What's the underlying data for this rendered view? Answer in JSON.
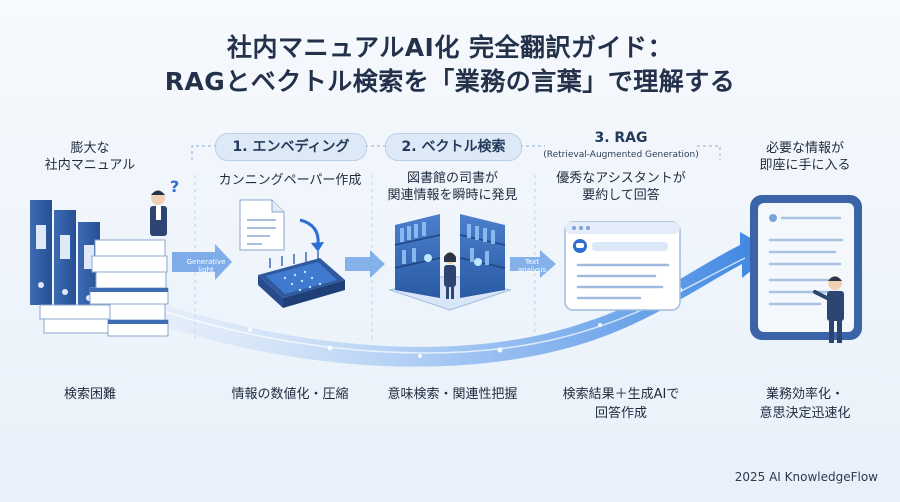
{
  "title": {
    "line1": "社内マニュアルAI化 完全翻訳ガイド：",
    "line2": "RAGとベクトル検索を「業務の言葉」で理解する"
  },
  "stages": {
    "manual": {
      "top": "膨大な",
      "top2": "社内マニュアル",
      "bottom": "検索困難"
    },
    "embedding": {
      "pill": "1. エンベディング",
      "desc": "カンニングペーパー作成",
      "bottom": "情報の数値化・圧縮"
    },
    "vector": {
      "pill": "2. ベクトル検索",
      "desc1": "図書館の司書が",
      "desc2": "関連情報を瞬時に発見",
      "bottom": "意味検索・関連性把握"
    },
    "rag": {
      "heading": "3. RAG",
      "sub": "(Retrieval-Augmented Generation)",
      "desc1": "優秀なアシスタントが",
      "desc2": "要約して回答",
      "bottom1": "検索結果＋生成AIで",
      "bottom2": "回答作成"
    },
    "result": {
      "top1": "必要な情報が",
      "top2": "即座に手に入る",
      "bottom1": "業務効率化・",
      "bottom2": "意思決定迅速化"
    }
  },
  "tags": {
    "generative1": "Generative",
    "generative2": "light",
    "text1": "Text",
    "text2": "analysis"
  },
  "colors": {
    "accent": "#2f6fd1",
    "navy": "#23324a",
    "pill_bg": "#dde9f7"
  },
  "icons": [
    "question-mark-icon",
    "document-icon",
    "chip-icon",
    "bookshelf-icon",
    "ai-chat-window-icon",
    "tablet-icon",
    "arrow-right-icon"
  ],
  "footer": "2025 AI KnowledgeFlow"
}
